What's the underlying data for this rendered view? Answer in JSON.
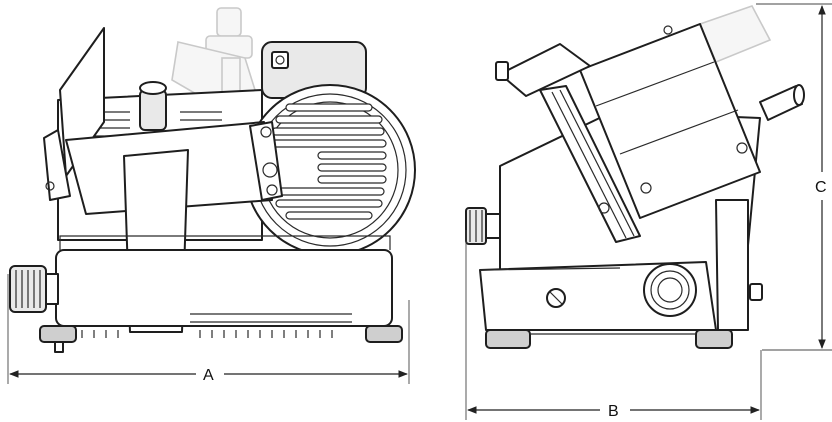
{
  "dimensions": {
    "a_label": "A",
    "b_label": "B",
    "c_label": "C"
  },
  "colors": {
    "line": "#1e1e1e",
    "ghost": "#c9c9c9",
    "background": "#ffffff"
  }
}
